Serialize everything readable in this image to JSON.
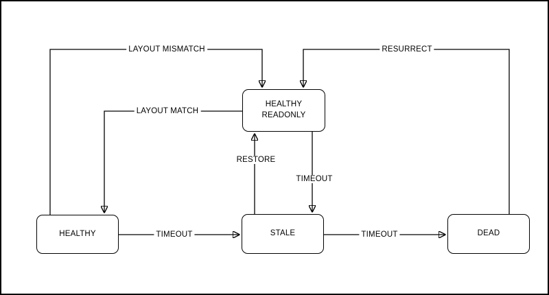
{
  "diagram": {
    "title": "state-machine-diagram",
    "colors": {
      "stroke": "#000000",
      "node_fill": "#ffffff",
      "background": "#ffffff"
    },
    "nodes": {
      "healthy": {
        "label": "HEALTHY"
      },
      "healthy_readonly": {
        "label": "HEALTHY\nREADONLY"
      },
      "stale": {
        "label": "STALE"
      },
      "dead": {
        "label": "DEAD"
      }
    },
    "edges": {
      "layout_mismatch": {
        "label": "LAYOUT MISMATCH",
        "from": "HEALTHY",
        "to": "HEALTHY READONLY"
      },
      "layout_match": {
        "label": "LAYOUT MATCH",
        "from": "HEALTHY READONLY",
        "to": "HEALTHY"
      },
      "restore": {
        "label": "RESTORE",
        "from": "STALE",
        "to": "HEALTHY READONLY"
      },
      "timeout_hr_to_stale": {
        "label": "TIMEOUT",
        "from": "HEALTHY READONLY",
        "to": "STALE"
      },
      "timeout_h_to_stale": {
        "label": "TIMEOUT",
        "from": "HEALTHY",
        "to": "STALE"
      },
      "timeout_stale_to_dead": {
        "label": "TIMEOUT",
        "from": "STALE",
        "to": "DEAD"
      },
      "resurrect": {
        "label": "RESURRECT",
        "from": "DEAD",
        "to": "HEALTHY READONLY"
      }
    }
  }
}
